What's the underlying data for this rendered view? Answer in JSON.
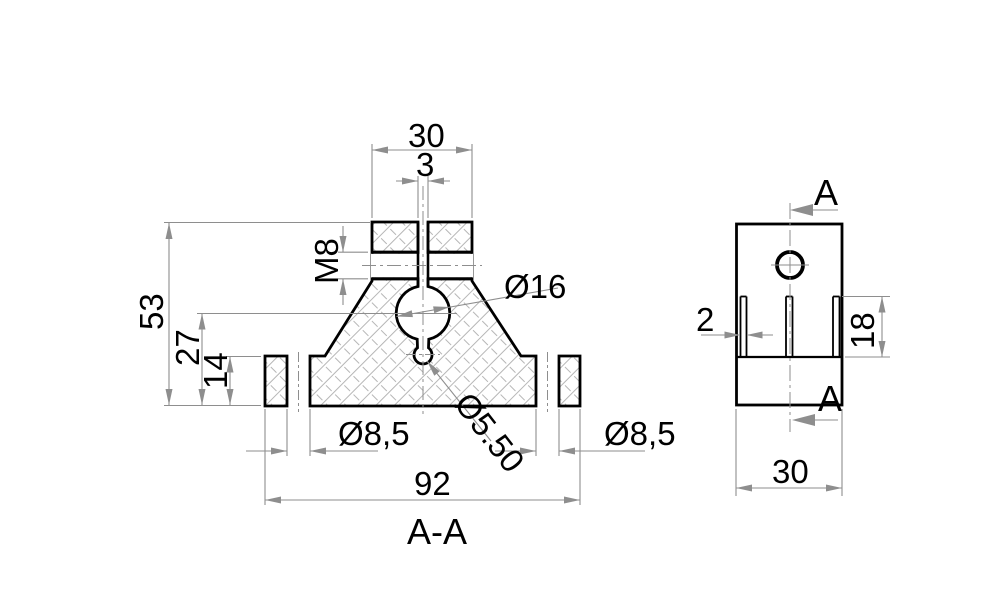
{
  "drawing": {
    "type": "technical-drawing-section",
    "section_title": "A-A",
    "front": {
      "top_width": "30",
      "slot_width": "3",
      "thread": "M8",
      "bore_dia": "Ø16",
      "total_height": "53",
      "bore_center_height": "27",
      "base_height": "14",
      "left_hole_dia": "Ø8,5",
      "right_hole_dia": "Ø8,5",
      "center_hole_dia": "Ø5.50",
      "base_width": "92"
    },
    "side": {
      "groove_width": "2",
      "groove_depth": "18",
      "depth": "30",
      "cut_label_top": "A",
      "cut_label_bottom": "A"
    },
    "colors": {
      "outline": "#000000",
      "dimension": "#8e8e8e",
      "hatch": "#b6b6b6",
      "background": "#ffffff"
    }
  }
}
